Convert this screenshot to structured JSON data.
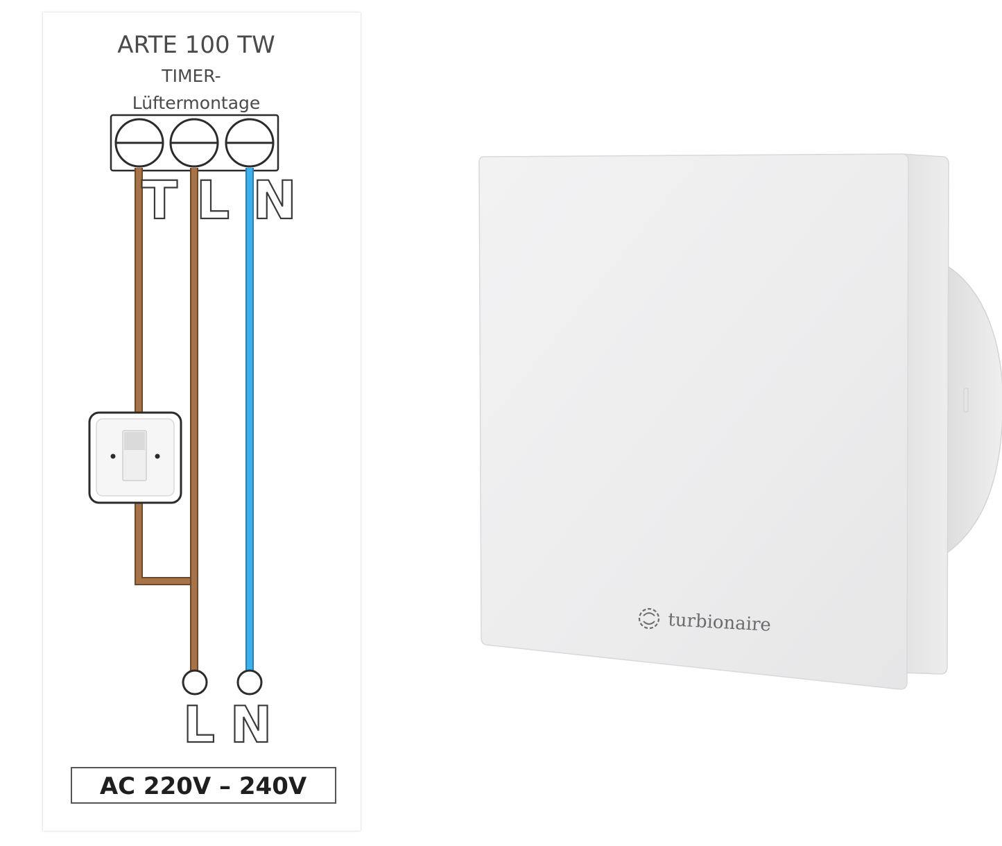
{
  "diagram": {
    "title": "ARTE 100 TW",
    "subtitle_line1": "TIMER-",
    "subtitle_line2": "Lüftermontage",
    "top_terminals": [
      "T",
      "L",
      "N"
    ],
    "bottom_terminals": [
      "L",
      "N"
    ],
    "voltage": "AC 220V – 240V",
    "colors": {
      "live_wire": "#a87447",
      "neutral_wire": "#3eb0ec",
      "outline": "#2b2b2b"
    }
  },
  "product": {
    "brand": "turbionaire",
    "brand_icon": "swirl-fan-logo-icon",
    "panel_color": "#eeeeef"
  }
}
